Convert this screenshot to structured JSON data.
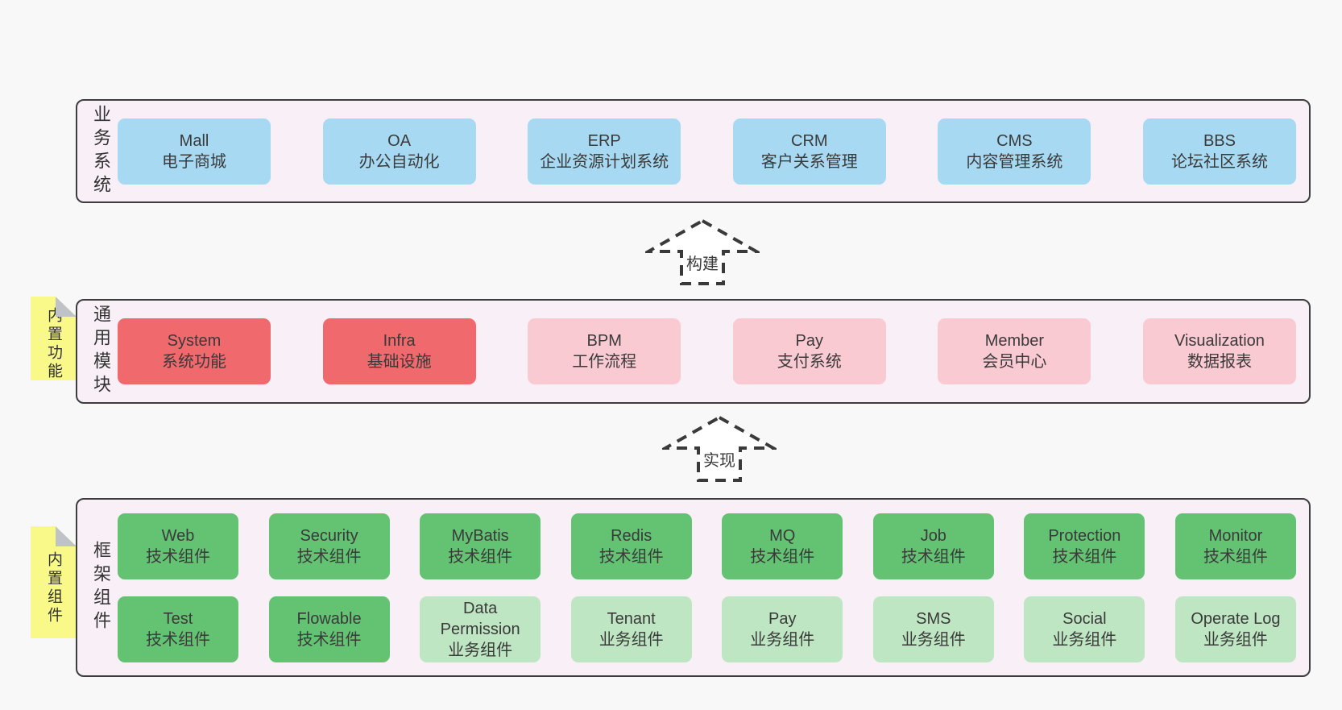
{
  "colors": {
    "page_bg": "#f8f8f8",
    "layer_bg": "#f8eff7",
    "layer_border": "#3d3d3d",
    "blue": "#a7daf2",
    "red": "#f0696d",
    "pink": "#facad3",
    "green": "#63c373",
    "green_light": "#bfe6c2",
    "note_yellow": "#f9f98a",
    "note_fold": "#bfc3c7",
    "text": "#3a3a3a"
  },
  "layers": {
    "business": {
      "label": "业务系统",
      "boxes": [
        {
          "title": "Mall",
          "subtitle": "电子商城",
          "variant": "blue"
        },
        {
          "title": "OA",
          "subtitle": "办公自动化",
          "variant": "blue"
        },
        {
          "title": "ERP",
          "subtitle": "企业资源计划系统",
          "variant": "blue"
        },
        {
          "title": "CRM",
          "subtitle": "客户关系管理",
          "variant": "blue"
        },
        {
          "title": "CMS",
          "subtitle": "内容管理系统",
          "variant": "blue"
        },
        {
          "title": "BBS",
          "subtitle": "论坛社区系统",
          "variant": "blue"
        }
      ]
    },
    "modules": {
      "label": "通用模块",
      "note": "内置功能",
      "boxes": [
        {
          "title": "System",
          "subtitle": "系统功能",
          "variant": "red"
        },
        {
          "title": "Infra",
          "subtitle": "基础设施",
          "variant": "red"
        },
        {
          "title": "BPM",
          "subtitle": "工作流程",
          "variant": "pink"
        },
        {
          "title": "Pay",
          "subtitle": "支付系统",
          "variant": "pink"
        },
        {
          "title": "Member",
          "subtitle": "会员中心",
          "variant": "pink"
        },
        {
          "title": "Visualization",
          "subtitle": "数据报表",
          "variant": "pink"
        }
      ]
    },
    "components": {
      "label": "框架组件",
      "note": "内置组件",
      "row1": [
        {
          "title": "Web",
          "subtitle": "技术组件",
          "variant": "green"
        },
        {
          "title": "Security",
          "subtitle": "技术组件",
          "variant": "green"
        },
        {
          "title": "MyBatis",
          "subtitle": "技术组件",
          "variant": "green"
        },
        {
          "title": "Redis",
          "subtitle": "技术组件",
          "variant": "green"
        },
        {
          "title": "MQ",
          "subtitle": "技术组件",
          "variant": "green"
        },
        {
          "title": "Job",
          "subtitle": "技术组件",
          "variant": "green"
        },
        {
          "title": "Protection",
          "subtitle": "技术组件",
          "variant": "green"
        },
        {
          "title": "Monitor",
          "subtitle": "技术组件",
          "variant": "green"
        }
      ],
      "row2": [
        {
          "title": "Test",
          "subtitle": "技术组件",
          "variant": "green"
        },
        {
          "title": "Flowable",
          "subtitle": "技术组件",
          "variant": "green"
        },
        {
          "title": "Data Permission",
          "subtitle": "业务组件",
          "variant": "green-light"
        },
        {
          "title": "Tenant",
          "subtitle": "业务组件",
          "variant": "green-light"
        },
        {
          "title": "Pay",
          "subtitle": "业务组件",
          "variant": "green-light"
        },
        {
          "title": "SMS",
          "subtitle": "业务组件",
          "variant": "green-light"
        },
        {
          "title": "Social",
          "subtitle": "业务组件",
          "variant": "green-light"
        },
        {
          "title": "Operate Log",
          "subtitle": "业务组件",
          "variant": "green-light"
        }
      ]
    }
  },
  "arrows": {
    "build": {
      "label": "构建"
    },
    "implement": {
      "label": "实现"
    }
  }
}
